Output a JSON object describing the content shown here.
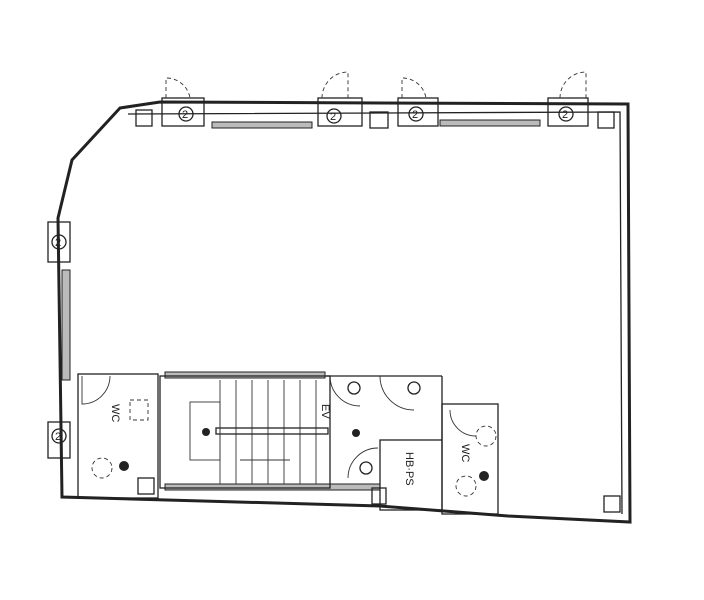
{
  "plan": {
    "labels": {
      "wc_left": "WC",
      "wc_right": "WC",
      "hb_ps": "HB·PS",
      "ev": "EV"
    },
    "window_marker": "2"
  }
}
